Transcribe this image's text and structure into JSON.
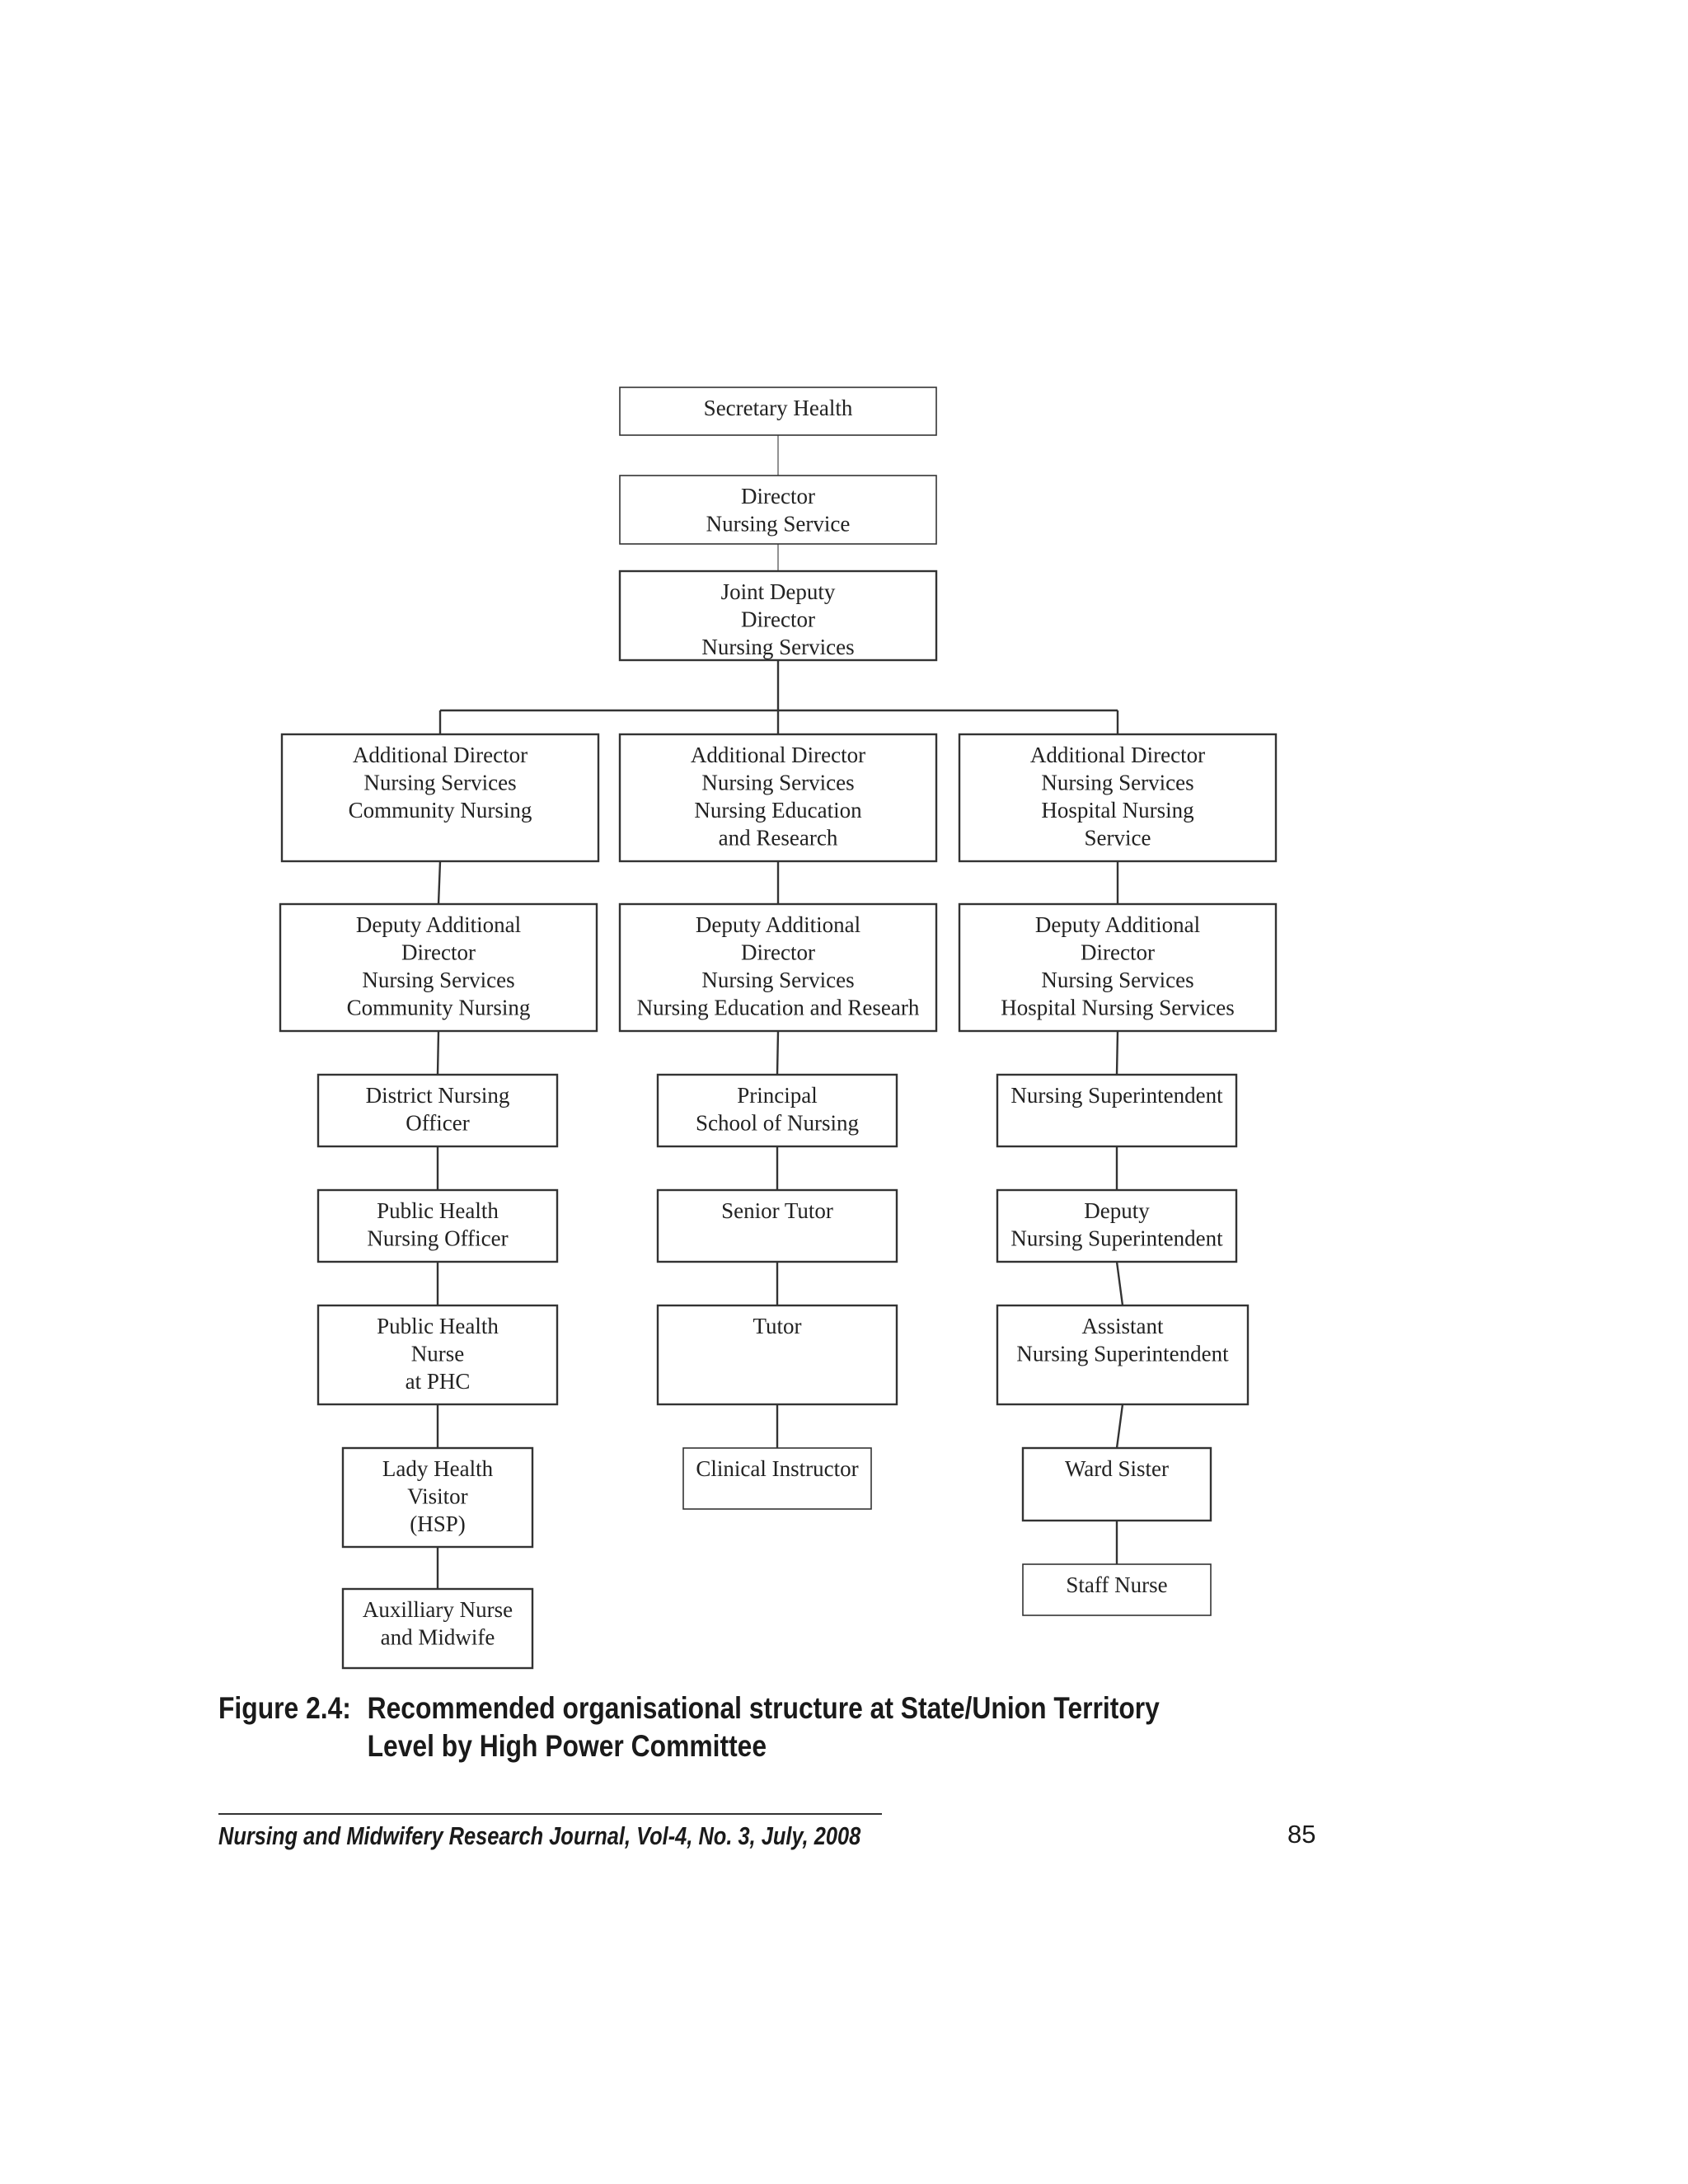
{
  "nodes": [
    {
      "id": "secretary-health",
      "lines": [
        "Secretary Health"
      ]
    },
    {
      "id": "director-nursing-service",
      "lines": [
        "Director",
        "Nursing Service"
      ]
    },
    {
      "id": "joint-deputy-director",
      "lines": [
        "Joint Deputy",
        "Director",
        "Nursing Services"
      ]
    },
    {
      "id": "add-dir-community",
      "lines": [
        "Additional Director",
        "Nursing Services",
        "Community Nursing"
      ]
    },
    {
      "id": "add-dir-education",
      "lines": [
        "Additional Director",
        "Nursing Services",
        "Nursing Education",
        "and Research"
      ]
    },
    {
      "id": "add-dir-hospital",
      "lines": [
        "Additional Director",
        "Nursing Services",
        "Hospital Nursing",
        "Service"
      ]
    },
    {
      "id": "dep-add-dir-community",
      "lines": [
        "Deputy Additional",
        "Director",
        "Nursing Services",
        "Community Nursing"
      ]
    },
    {
      "id": "dep-add-dir-education",
      "lines": [
        "Deputy Additional",
        "Director",
        "Nursing Services",
        "Nursing Education and Researh"
      ]
    },
    {
      "id": "dep-add-dir-hospital",
      "lines": [
        "Deputy Additional",
        "Director",
        "Nursing Services",
        "Hospital Nursing Services"
      ]
    },
    {
      "id": "district-nursing-officer",
      "lines": [
        "District Nursing",
        "Officer"
      ]
    },
    {
      "id": "principal-school",
      "lines": [
        "Principal",
        "School of Nursing"
      ]
    },
    {
      "id": "nursing-superintendent",
      "lines": [
        "Nursing Superintendent"
      ]
    },
    {
      "id": "public-health-nursing-officer",
      "lines": [
        "Public Health",
        "Nursing Officer"
      ]
    },
    {
      "id": "senior-tutor",
      "lines": [
        "Senior Tutor"
      ]
    },
    {
      "id": "deputy-nursing-superintendent",
      "lines": [
        "Deputy",
        "Nursing Superintendent"
      ]
    },
    {
      "id": "public-health-nurse-phc",
      "lines": [
        "Public Health",
        "Nurse",
        "at PHC"
      ]
    },
    {
      "id": "tutor",
      "lines": [
        "Tutor"
      ]
    },
    {
      "id": "assistant-nursing-superintendent",
      "lines": [
        "Assistant",
        "Nursing Superintendent"
      ]
    },
    {
      "id": "lady-health-visitor",
      "lines": [
        "Lady Health",
        "Visitor",
        "(HSP)"
      ]
    },
    {
      "id": "clinical-instructor",
      "lines": [
        "Clinical Instructor"
      ]
    },
    {
      "id": "ward-sister",
      "lines": [
        "Ward Sister"
      ]
    },
    {
      "id": "auxiliary-nurse-midwife",
      "lines": [
        "Auxilliary Nurse",
        "and Midwife"
      ]
    },
    {
      "id": "staff-nurse",
      "lines": [
        "Staff Nurse"
      ]
    }
  ],
  "edges": [
    [
      "secretary-health",
      "director-nursing-service"
    ],
    [
      "director-nursing-service",
      "joint-deputy-director"
    ],
    [
      "joint-deputy-director",
      "add-dir-community"
    ],
    [
      "joint-deputy-director",
      "add-dir-education"
    ],
    [
      "joint-deputy-director",
      "add-dir-hospital"
    ],
    [
      "add-dir-community",
      "dep-add-dir-community"
    ],
    [
      "add-dir-education",
      "dep-add-dir-education"
    ],
    [
      "add-dir-hospital",
      "dep-add-dir-hospital"
    ],
    [
      "dep-add-dir-community",
      "district-nursing-officer"
    ],
    [
      "dep-add-dir-education",
      "principal-school"
    ],
    [
      "dep-add-dir-hospital",
      "nursing-superintendent"
    ],
    [
      "district-nursing-officer",
      "public-health-nursing-officer"
    ],
    [
      "principal-school",
      "senior-tutor"
    ],
    [
      "nursing-superintendent",
      "deputy-nursing-superintendent"
    ],
    [
      "public-health-nursing-officer",
      "public-health-nurse-phc"
    ],
    [
      "senior-tutor",
      "tutor"
    ],
    [
      "deputy-nursing-superintendent",
      "assistant-nursing-superintendent"
    ],
    [
      "public-health-nurse-phc",
      "lady-health-visitor"
    ],
    [
      "tutor",
      "clinical-instructor"
    ],
    [
      "assistant-nursing-superintendent",
      "ward-sister"
    ],
    [
      "lady-health-visitor",
      "auxiliary-nurse-midwife"
    ],
    [
      "ward-sister",
      "staff-nurse"
    ]
  ],
  "caption": {
    "figure_number": "Figure 2.4:",
    "text": "Recommended organisational structure at State/Union Territory Level by High Power Committee"
  },
  "footer": {
    "journal": "Nursing and Midwifery Research Journal,  Vol-4,  No. 3, July, 2008",
    "page_number": "85"
  }
}
